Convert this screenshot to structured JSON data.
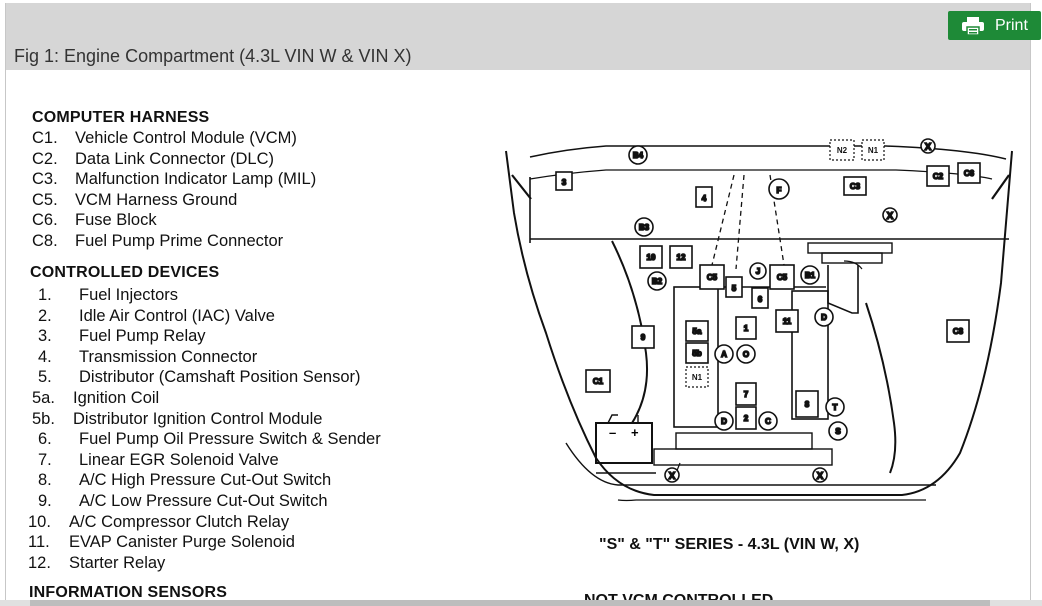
{
  "header": {
    "caption": "Fig 1: Engine Compartment (4.3L VIN W & VIN X)",
    "print_label": "Print",
    "print_icon": "printer-icon",
    "accent": "#1e8a37"
  },
  "legend": {
    "computer_harness": {
      "title": "COMPUTER HARNESS",
      "items": [
        {
          "code": "C1.",
          "text": "Vehicle Control Module (VCM)"
        },
        {
          "code": "C2.",
          "text": "Data Link Connector (DLC)"
        },
        {
          "code": "C3.",
          "text": "Malfunction Indicator Lamp (MIL)"
        },
        {
          "code": "C5.",
          "text": "VCM Harness Ground"
        },
        {
          "code": "C6.",
          "text": "Fuse Block"
        },
        {
          "code": "C8.",
          "text": "Fuel Pump Prime Connector"
        }
      ]
    },
    "controlled_devices": {
      "title": "CONTROLLED DEVICES",
      "items": [
        {
          "code": "1.",
          "text": "Fuel Injectors"
        },
        {
          "code": "2.",
          "text": "Idle Air Control (IAC) Valve"
        },
        {
          "code": "3.",
          "text": "Fuel Pump Relay"
        },
        {
          "code": "4.",
          "text": "Transmission Connector"
        },
        {
          "code": "5.",
          "text": "Distributor (Camshaft Position Sensor)"
        },
        {
          "code": "5a.",
          "text": "Ignition Coil"
        },
        {
          "code": "5b.",
          "text": "Distributor Ignition Control Module"
        },
        {
          "code": "6.",
          "text": "Fuel Pump Oil Pressure Switch & Sender"
        },
        {
          "code": "7.",
          "text": "Linear EGR Solenoid Valve"
        },
        {
          "code": "8.",
          "text": "A/C High Pressure Cut-Out Switch"
        },
        {
          "code": "9.",
          "text": "A/C Low Pressure Cut-Out Switch"
        },
        {
          "code": "10.",
          "text": "A/C Compressor Clutch Relay"
        },
        {
          "code": "11.",
          "text": "EVAP Canister Purge Solenoid"
        },
        {
          "code": "12.",
          "text": "Starter Relay"
        }
      ]
    },
    "information_sensors": {
      "title": "INFORMATION SENSORS"
    }
  },
  "diagram": {
    "series_caption": "\"S\" & \"T\" SERIES - 4.3L (VIN W, X)",
    "bottom_caption": "NOT VCM CONTROLLED",
    "labels": {
      "b4": "B4",
      "n2": "N2",
      "n1_top": "N1",
      "x": "X",
      "c2": "C2",
      "c6": "C6",
      "r3": "3",
      "r4": "4",
      "f": "F",
      "c3": "C3",
      "b3": "B3",
      "r10": "10",
      "r12": "12",
      "b2": "B2",
      "c5": "C5",
      "j": "J",
      "b1": "B1",
      "r5": "5",
      "r6": "6",
      "r11": "11",
      "d": "D",
      "r9": "9",
      "r5a": "5a",
      "r1": "1",
      "c8": "C8",
      "r5b": "5b",
      "a": "A",
      "o": "O",
      "n1": "N1",
      "c1": "C1",
      "r7": "7",
      "r8": "8",
      "t": "T",
      "r2": "2",
      "c": "C",
      "s": "S",
      "minus": "–",
      "plus": "+"
    }
  }
}
